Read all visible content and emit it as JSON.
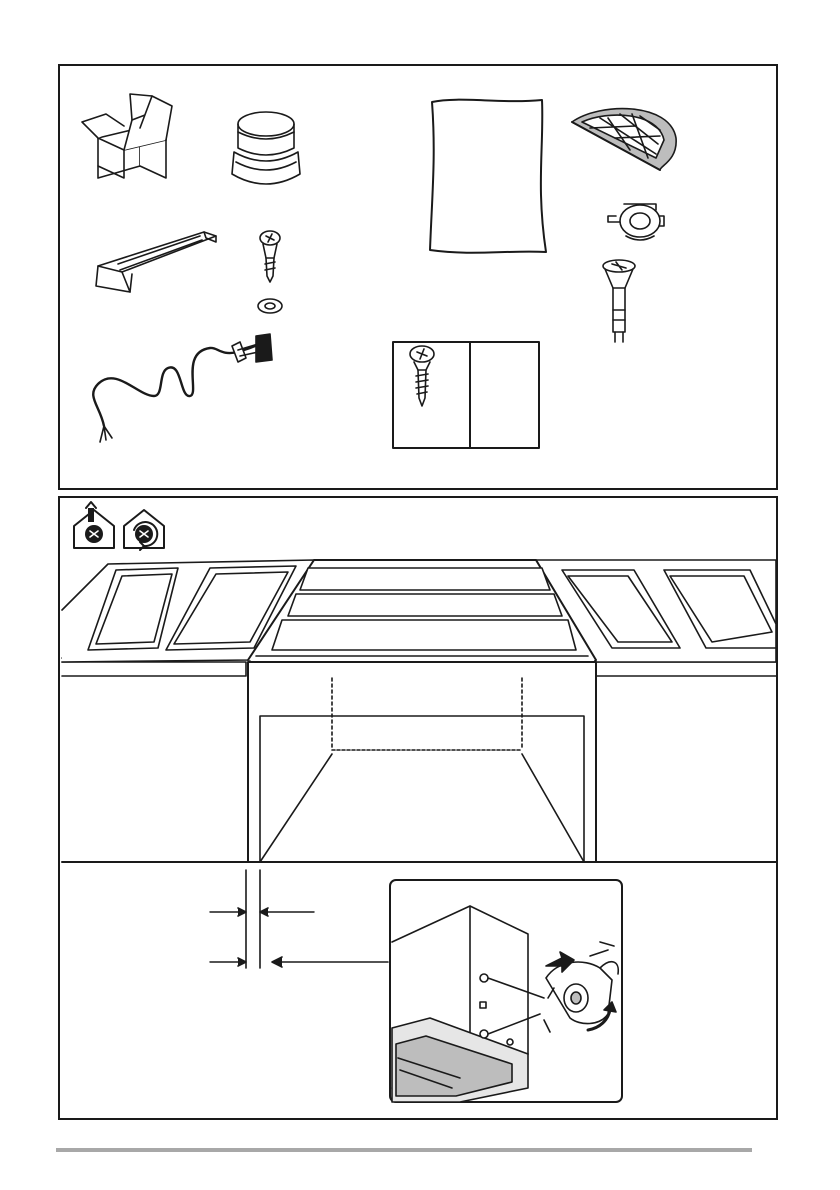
{
  "colors": {
    "stroke": "#1a1a1a",
    "shade": "#bdbdbd",
    "light_shade": "#e6e6e6",
    "footer_rule": "#a8a8a8"
  },
  "parts_panel": {
    "items": [
      {
        "icon": "box-icon"
      },
      {
        "icon": "duct-connector-icon"
      },
      {
        "icon": "instruction-sheet-icon"
      },
      {
        "icon": "grease-filter-icon"
      },
      {
        "icon": "mounting-bracket-icon"
      },
      {
        "icon": "screw-icon"
      },
      {
        "icon": "washer-icon"
      },
      {
        "icon": "valve-clip-icon"
      },
      {
        "icon": "wall-plug-icon"
      },
      {
        "icon": "power-cable-icon"
      },
      {
        "icon": "screw-pack-icon"
      }
    ]
  },
  "install_panel": {
    "mode_icons": [
      "ducted-mode-icon",
      "recirculating-mode-icon"
    ],
    "steps": [
      "cabinet-cutout",
      "side-gap-dimension",
      "bracket-fixing-detail"
    ]
  }
}
